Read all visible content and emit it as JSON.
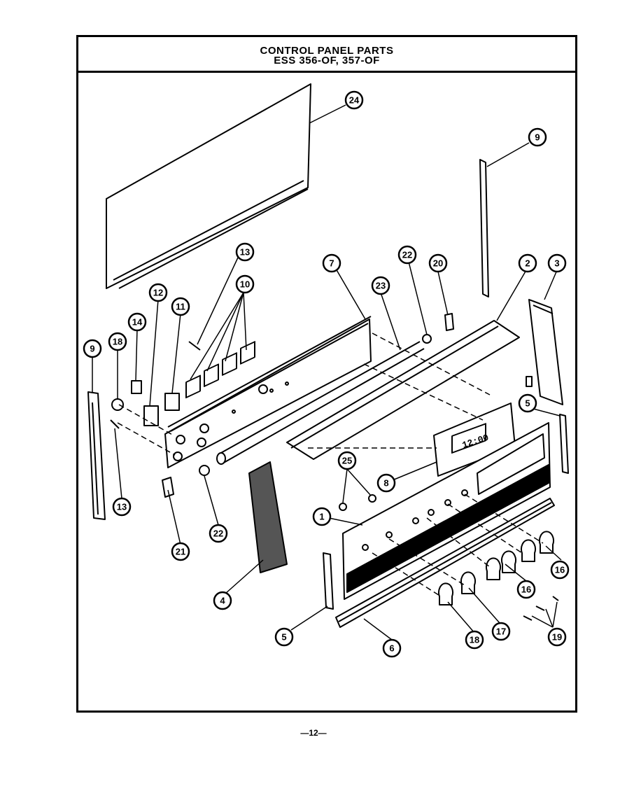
{
  "title": {
    "line1": "CONTROL PANEL PARTS",
    "line2": "ESS 356-OF, 357-OF"
  },
  "callouts": [
    "24",
    "9",
    "13",
    "10",
    "7",
    "22",
    "20",
    "2",
    "3",
    "12",
    "14",
    "11",
    "23",
    "18",
    "9",
    "5",
    "25",
    "8",
    "1",
    "13",
    "21",
    "22",
    "4",
    "16",
    "16",
    "5",
    "17",
    "6",
    "18",
    "19"
  ],
  "timer_display": "12:00",
  "page_number": "—12—"
}
